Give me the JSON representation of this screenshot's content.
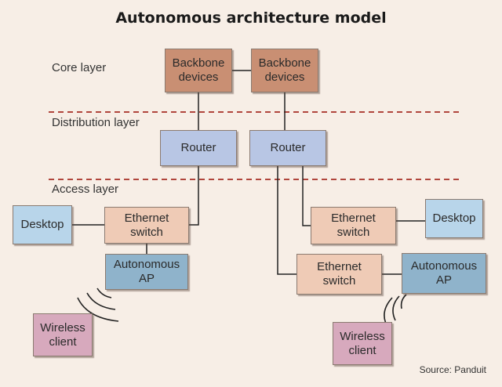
{
  "title": "Autonomous architecture model",
  "layers": {
    "core": "Core layer",
    "distribution": "Distribution layer",
    "access": "Access layer"
  },
  "nodes": {
    "backbone_left": "Backbone devices",
    "backbone_right": "Backbone devices",
    "router_left": "Router",
    "router_right": "Router",
    "desktop_left": "Desktop",
    "switch_left": "Ethernet switch",
    "ap_left": "Autonomous AP",
    "wireless_left": "Wireless client",
    "switch_right_top": "Ethernet switch",
    "desktop_right": "Desktop",
    "switch_right_bottom": "Ethernet switch",
    "ap_right": "Autonomous AP",
    "wireless_right": "Wireless client"
  },
  "source": "Source: Panduit",
  "colors": {
    "background": "#f7eee6",
    "backbone": "#c98f73",
    "router": "#b8c6e4",
    "switch": "#efcbb6",
    "ap": "#8fb3cb",
    "desktop": "#b8d5ea",
    "wireless": "#d7a9bd",
    "divider": "#b0453c"
  }
}
